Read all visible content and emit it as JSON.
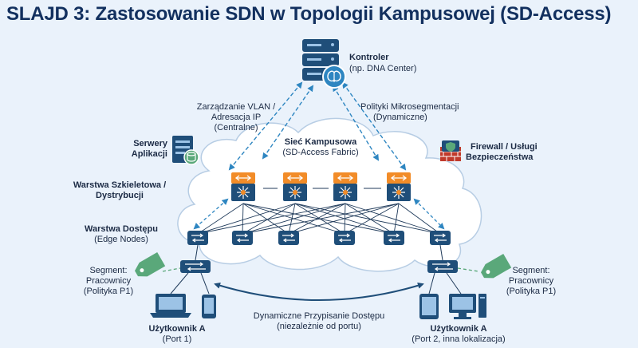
{
  "title": "SLAJD 3: Zastosowanie SDN w Topologii Kampusowej (SD-Access)",
  "controller": {
    "name": "Kontroler",
    "detail": "(np. DNA Center)"
  },
  "left_link": {
    "line1": "Zarządzanie VLAN /",
    "line2": "Adresacja IP",
    "line3": "(Centralne)"
  },
  "right_link": {
    "line1": "Polityki Mikrosegmentacji",
    "line2": "(Dynamiczne)"
  },
  "fabric": {
    "line1": "Sieć Kampusowa",
    "line2": "(SD-Access Fabric)"
  },
  "servers": {
    "line1": "Serwery",
    "line2": "Aplikacji"
  },
  "firewall": {
    "line1": "Firewall / Usługi",
    "line2": "Bezpieczeństwa"
  },
  "core_layer": {
    "line1": "Warstwa Szkieletowa /",
    "line2": "Dystrybucji"
  },
  "access_layer": {
    "line1": "Warstwa Dostępu",
    "line2": "(Edge Nodes)"
  },
  "segment_left": {
    "line1": "Segment:",
    "line2": "Pracownicy",
    "line3": "(Polityka P1)"
  },
  "segment_right": {
    "line1": "Segment:",
    "line2": "Pracownicy",
    "line3": "(Polityka P1)"
  },
  "assignment": {
    "line1": "Dynamiczne Przypisanie Dostępu",
    "line2": "(niezależnie od portu)"
  },
  "user_left": {
    "name": "Użytkownik A",
    "detail": "(Port 1)"
  },
  "user_right": {
    "name": "Użytkownik A",
    "detail": "(Port 2, inna lokalizacja)"
  },
  "colors": {
    "navy": "#1f4e79",
    "blue": "#2e6da4",
    "orange": "#f28c28",
    "green": "#5aa87a",
    "background": "#eaf2fb"
  }
}
